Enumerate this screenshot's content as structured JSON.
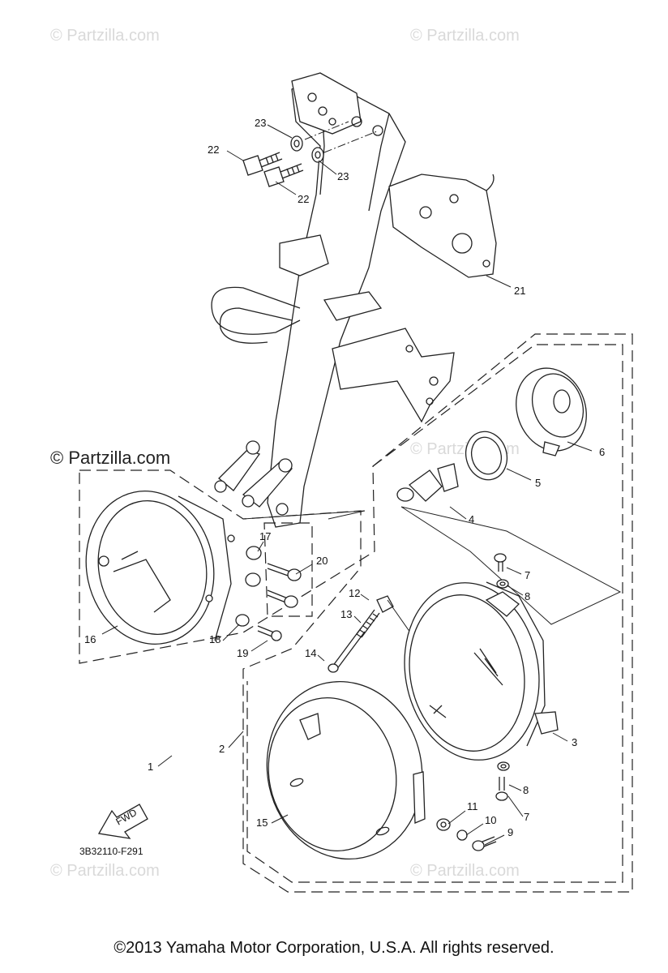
{
  "watermarks": {
    "top_left": "© Partzilla.com",
    "top_right": "© Partzilla.com",
    "mid_left": "© Partzilla.com",
    "mid_center": "© Partzilla.com",
    "bottom_left": "© Partzilla.com",
    "bottom_right": "© Partzilla.com"
  },
  "diagram_code": "3B32110-F291",
  "fwd_label": "FWD",
  "copyright": "©2013 Yamaha Motor Corporation, U.S.A. All rights reserved.",
  "callouts": {
    "c1": "1",
    "c2": "2",
    "c3": "3",
    "c4": "4",
    "c5": "5",
    "c6": "6",
    "c7a": "7",
    "c7b": "7",
    "c8a": "8",
    "c8b": "8",
    "c9": "9",
    "c10": "10",
    "c11": "11",
    "c12": "12",
    "c13": "13",
    "c14": "14",
    "c15": "15",
    "c16": "16",
    "c17": "17",
    "c18": "18",
    "c19": "19",
    "c20": "20",
    "c21": "21",
    "c22a": "22",
    "c22b": "22",
    "c23a": "23",
    "c23b": "23"
  }
}
